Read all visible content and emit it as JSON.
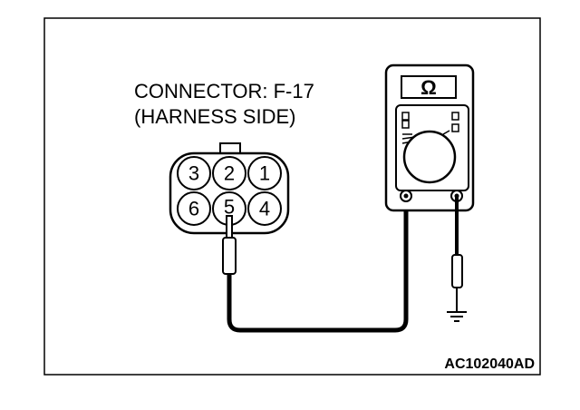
{
  "connector": {
    "label_line1": "CONNECTOR: F-17",
    "label_line2": "(HARNESS SIDE)",
    "pins_top": [
      "3",
      "2",
      "1"
    ],
    "pins_bottom": [
      "6",
      "5",
      "4"
    ]
  },
  "meter": {
    "display_symbol": "Ω"
  },
  "figure_code": "AC102040AD"
}
